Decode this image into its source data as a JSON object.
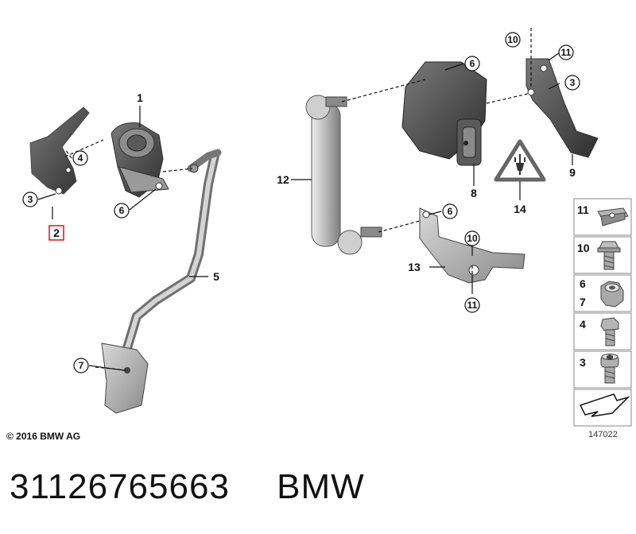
{
  "callouts": {
    "c1": "1",
    "c2": "2",
    "c3": "3",
    "c4": "4",
    "c5": "5",
    "c6": "6",
    "c7": "7",
    "c8": "8",
    "c9": "9",
    "c10": "10",
    "c11": "11",
    "c12": "12",
    "c13": "13",
    "c14": "14"
  },
  "legend": {
    "items": [
      {
        "nums": [
          "11"
        ],
        "icon": "clip-nut-icon"
      },
      {
        "nums": [
          "10"
        ],
        "icon": "flange-bolt-icon"
      },
      {
        "nums": [
          "6",
          "7"
        ],
        "icon": "hex-nut-icon"
      },
      {
        "nums": [
          "4"
        ],
        "icon": "hex-bolt-icon"
      },
      {
        "nums": [
          "3"
        ],
        "icon": "socket-screw-icon"
      }
    ],
    "arrow_icon": "next-arrow-icon"
  },
  "highlight_color": "#e0101a",
  "copyright": "© 2016 BMW AG",
  "drawing_number": "147022",
  "part_number": "31126765663",
  "brand": "BMW"
}
